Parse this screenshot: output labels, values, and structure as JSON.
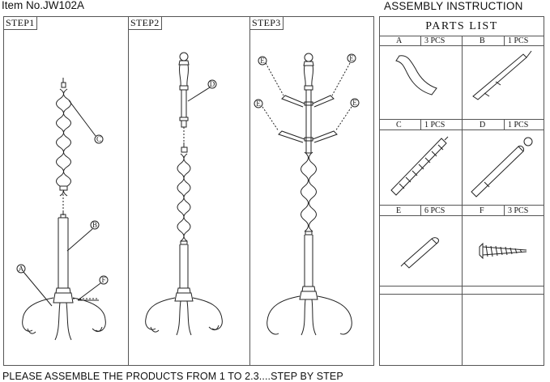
{
  "header": {
    "item_no": "Item No.JW102A",
    "assembly_title": "ASSEMBLY INSTRUCTION"
  },
  "steps": [
    {
      "label": "STEP1",
      "callouts": [
        "C",
        "B",
        "A",
        "F"
      ]
    },
    {
      "label": "STEP2",
      "callouts": [
        "D"
      ]
    },
    {
      "label": "STEP3",
      "callouts": [
        "E",
        "E",
        "E",
        "E"
      ]
    }
  ],
  "parts_list": {
    "title": "PARTS LIST",
    "parts": [
      {
        "letter": "A",
        "qty": "3 PCS"
      },
      {
        "letter": "B",
        "qty": "1 PCS"
      },
      {
        "letter": "C",
        "qty": "1 PCS"
      },
      {
        "letter": "D",
        "qty": "1 PCS"
      },
      {
        "letter": "E",
        "qty": "6 PCS"
      },
      {
        "letter": "F",
        "qty": "3 PCS"
      }
    ]
  },
  "footer": {
    "note": "PLEASE ASSEMBLE THE PRODUCTS FROM 1 TO 2.3....STEP BY STEP"
  }
}
